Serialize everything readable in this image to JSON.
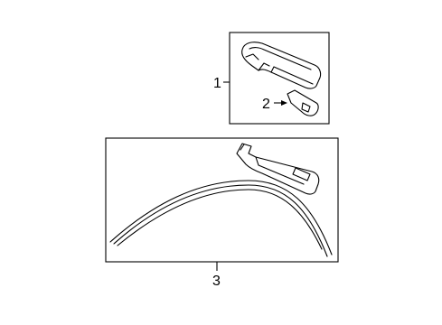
{
  "callouts": {
    "item1": "1",
    "item2": "2",
    "item3": "3"
  },
  "colors": {
    "line": "#000000",
    "background": "#ffffff"
  }
}
